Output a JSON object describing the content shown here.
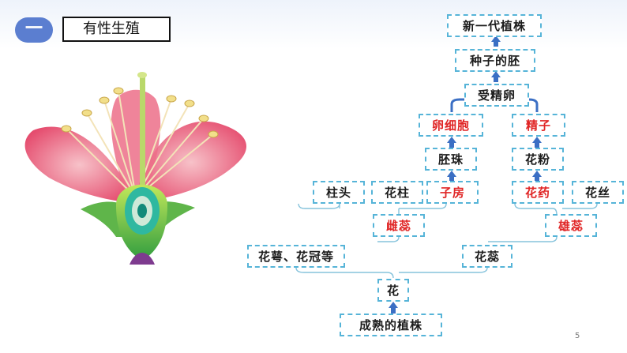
{
  "section": {
    "number": "一",
    "title": "有性生殖"
  },
  "nodes": {
    "new_plant": "新一代植株",
    "seed_embryo": "种子的胚",
    "zygote": "受精卵",
    "egg_cell": "卵细胞",
    "sperm": "精子",
    "ovule": "胚珠",
    "pollen": "花粉",
    "stigma": "柱头",
    "style": "花柱",
    "ovary": "子房",
    "anther": "花药",
    "filament": "花丝",
    "pistil": "雌蕊",
    "stamen": "雄蕊",
    "calyx_corolla": "花萼、花冠等",
    "stamen_pistil": "花蕊",
    "flower": "花",
    "mature_plant": "成熟的植株"
  },
  "page_number": "5",
  "colors": {
    "accent": "#5b7ed0",
    "node_border": "#56b4d8",
    "arrow": "#3b6fc4",
    "highlight_text": "#e02525"
  }
}
